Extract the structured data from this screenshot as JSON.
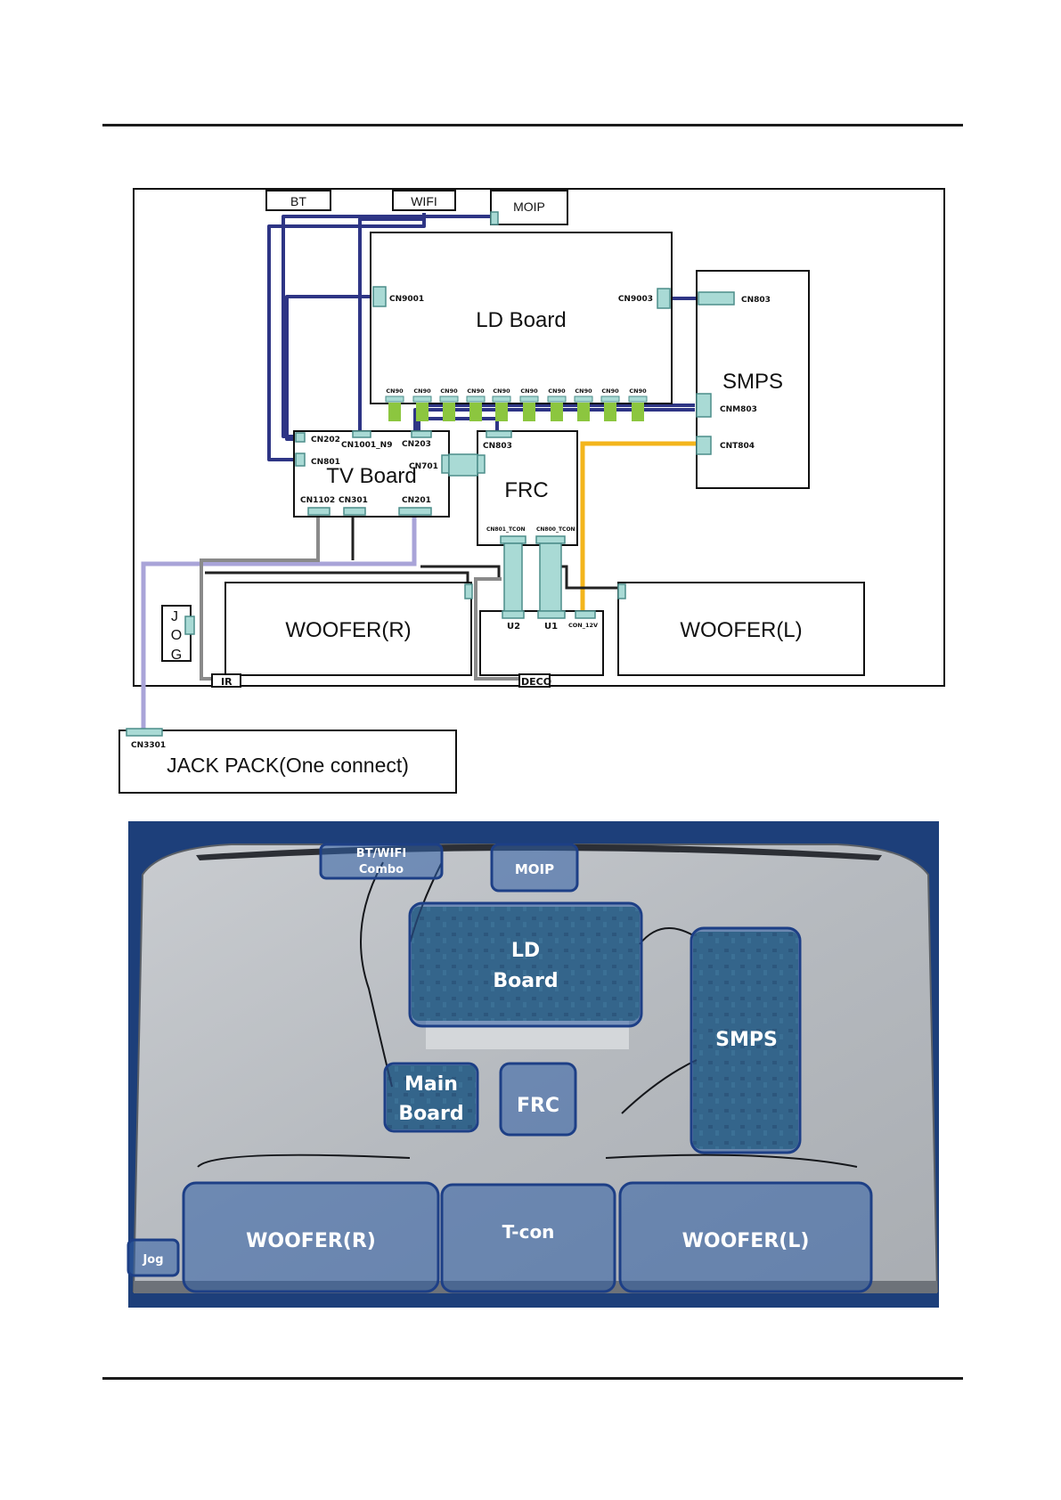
{
  "diagram": {
    "modules": {
      "bt": "BT",
      "wifi": "WIFI",
      "moip": "MOIP",
      "ld_board": "LD Board",
      "smps": "SMPS",
      "tv_board": "TV Board",
      "frc": "FRC",
      "woofer_r": "WOOFER(R)",
      "woofer_l": "WOOFER(L)",
      "jog_j": "J",
      "jog_o": "O",
      "jog_g": "G",
      "ir": "IR",
      "deco": "DECO",
      "jack_pack": "JACK PACK(One connect)"
    },
    "connectors": {
      "cn9001": "CN9001",
      "cn9003": "CN9003",
      "cn803_smps": "CN803",
      "cnm803": "CNM803",
      "cnt804": "CNT804",
      "cn202": "CN202",
      "cn1001": "CN1001_N9",
      "cn203": "CN203",
      "cn801": "CN801",
      "cn701": "CN701",
      "cn1102": "CN1102",
      "cn301": "CN301",
      "cn201": "CN201",
      "cn803_frc": "CN803",
      "cn801_tcon": "CN801_TCON",
      "cn800_tcon": "CN800_TCON",
      "u2": "U2",
      "u1": "U1",
      "con_12v": "CON_12V",
      "cn3301": "CN3301",
      "ld_row": [
        "CN90",
        "CN90",
        "CN90",
        "CN90",
        "CN90",
        "CN90",
        "CN90",
        "CN90",
        "CN90",
        "CN90"
      ]
    },
    "wire_colors": {
      "signal": "#2e3585",
      "power": "#f3b51c",
      "jack": "#a9a4d8",
      "gray": "#8a8a8a",
      "black": "#222222",
      "lvds": "#8ccfcf",
      "ld_pins": "#8cc63f"
    }
  },
  "photo": {
    "bt_wifi_line1": "BT/WIFI",
    "bt_wifi_line2": "Combo",
    "moip": "MOIP",
    "ld_line1": "LD",
    "ld_line2": "Board",
    "smps": "SMPS",
    "main_line1": "Main",
    "main_line2": "Board",
    "frc": "FRC",
    "woofer_r": "WOOFER(R)",
    "tcon": "T-con",
    "woofer_l": "WOOFER(L)",
    "jog": "Jog"
  }
}
